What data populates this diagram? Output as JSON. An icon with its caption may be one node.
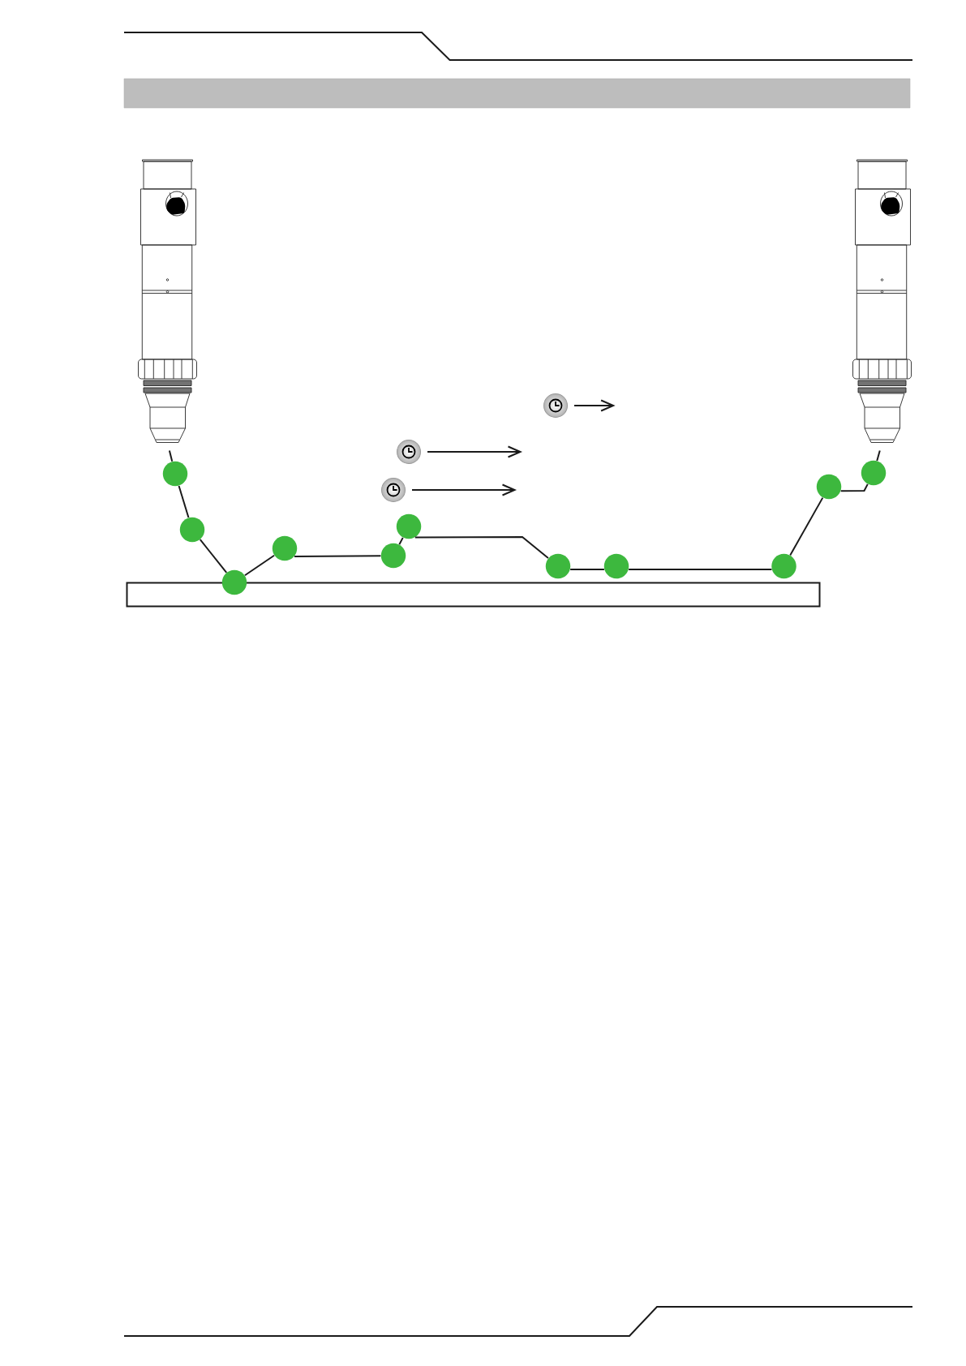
{
  "diagram": {
    "nodes": [
      {
        "text": [],
        "shape": "picture"
      },
      {
        "text": [],
        "shape": "circle"
      },
      {
        "text": [],
        "shape": "circle"
      },
      {
        "text": [],
        "shape": "circle"
      },
      {
        "text": [],
        "shape": "circle"
      },
      {
        "text": [],
        "shape": "circle"
      },
      {
        "text": [],
        "shape": "circle"
      },
      {
        "text": [],
        "shape": "circle"
      },
      {
        "text": [],
        "shape": "circle"
      },
      {
        "text": [],
        "shape": "circle"
      },
      {
        "text": [],
        "shape": "circle"
      },
      {
        "text": [],
        "shape": "circle"
      },
      {
        "text": [],
        "shape": "picture"
      },
      {
        "text": [],
        "shape": "clock"
      },
      {
        "text": [],
        "shape": "clock"
      },
      {
        "text": [],
        "shape": "clock"
      },
      {
        "text": [],
        "shape": "box"
      }
    ],
    "edges": [
      {
        "from": 0,
        "to": 1,
        "arrow": "none"
      },
      {
        "from": 1,
        "to": 2,
        "arrow": "none"
      },
      {
        "from": 2,
        "to": 3,
        "arrow": "none"
      },
      {
        "from": 3,
        "to": 4,
        "arrow": "none"
      },
      {
        "from": 4,
        "to": 5,
        "arrow": "none"
      },
      {
        "from": 5,
        "to": 6,
        "arrow": "none"
      },
      {
        "from": 6,
        "to": 7,
        "arrow": "none"
      },
      {
        "from": 7,
        "to": 8,
        "arrow": "none"
      },
      {
        "from": 8,
        "to": 9,
        "arrow": "none"
      },
      {
        "from": 9,
        "to": 10,
        "arrow": "none"
      },
      {
        "from": 10,
        "to": 11,
        "arrow": "none"
      },
      {
        "from": 11,
        "to": 12,
        "arrow": "none"
      },
      {
        "from": 13,
        "to": null,
        "arrow": "to"
      },
      {
        "from": 14,
        "to": null,
        "arrow": "to"
      },
      {
        "from": 15,
        "to": null,
        "arrow": "to"
      }
    ]
  }
}
